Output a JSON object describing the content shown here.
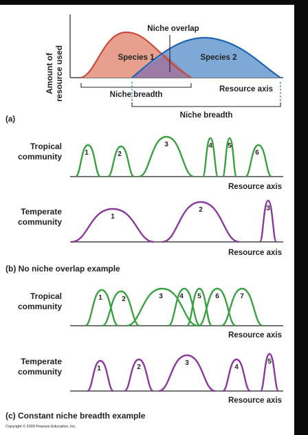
{
  "panel_a": {
    "y_axis_label_line1": "Amount of",
    "y_axis_label_line2": "resource used",
    "niche_overlap_label": "Niche overlap",
    "species1_label": "Species 1",
    "species2_label": "Species 2",
    "niche_breadth_label_1": "Niche breadth",
    "niche_breadth_label_2": "Niche breadth",
    "resource_axis_label": "Resource axis",
    "panel_letter": "(a)",
    "colors": {
      "species1_fill": "#e7a08d",
      "species1_stroke": "#c94a3a",
      "species2_fill": "#7ea9d6",
      "species2_stroke": "#1e64b4",
      "overlap_fill": "#9a7ca6"
    }
  },
  "panel_b": {
    "tropical_label_line1": "Tropical",
    "tropical_label_line2": "community",
    "tropical_species": [
      "1",
      "2",
      "3",
      "4",
      "5",
      "6"
    ],
    "tropical_axis_label": "Resource axis",
    "temperate_label_line1": "Temperate",
    "temperate_label_line2": "community",
    "temperate_species": [
      "1",
      "2",
      "3"
    ],
    "temperate_axis_label": "Resource axis",
    "caption": "(b) No niche overlap example"
  },
  "panel_c": {
    "tropical_label_line1": "Tropical",
    "tropical_label_line2": "community",
    "tropical_species": [
      "1",
      "2",
      "3",
      "4",
      "5",
      "6",
      "7"
    ],
    "tropical_axis_label": "Resource axis",
    "temperate_label_line1": "Temperate",
    "temperate_label_line2": "community",
    "temperate_species": [
      "1",
      "2",
      "3",
      "4",
      "5"
    ],
    "temperate_axis_label": "Resource axis",
    "caption": "(c) Constant niche breadth example"
  },
  "copyright": "Copyright © 2009 Pearson Education, Inc.",
  "colors": {
    "green": "#3aa142",
    "purple": "#8a3a9c",
    "axis": "#222222",
    "background": "#ffffff",
    "frame": "#0a0a0a"
  }
}
